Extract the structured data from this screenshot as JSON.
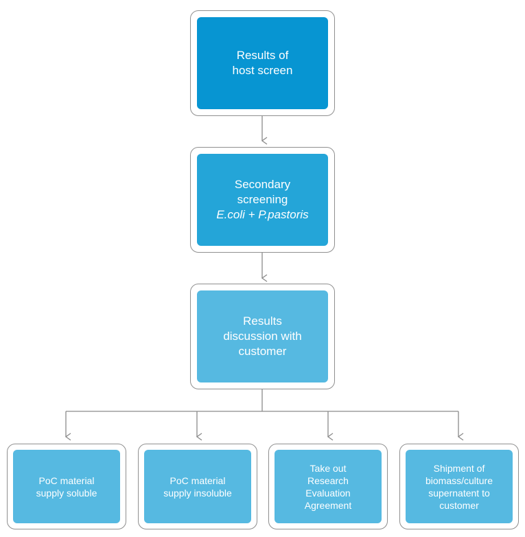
{
  "colors": {
    "box_dark": "#0795d2",
    "box_mid": "#24a5d8",
    "box_light": "#56b9e1",
    "frame_border": "#8f8f8f",
    "connector": "#8a8a8a"
  },
  "nodes": {
    "host_screen": {
      "lines": [
        "Results of",
        "host screen"
      ]
    },
    "secondary_screening": {
      "lines": [
        "Secondary",
        "screening"
      ],
      "organisms": "E.coli + P.pastoris"
    },
    "results_discussion": {
      "lines": [
        "Results",
        "discussion with",
        "customer"
      ]
    },
    "poc_soluble": {
      "lines": [
        "PoC material",
        "supply soluble"
      ]
    },
    "poc_insoluble": {
      "lines": [
        "PoC material",
        "supply insoluble"
      ]
    },
    "rea": {
      "lines": [
        "Take out",
        "Research",
        "Evaluation",
        "Agreement"
      ]
    },
    "shipment": {
      "lines": [
        "Shipment of",
        "biomass/culture",
        "supernatent to",
        "customer"
      ]
    }
  }
}
